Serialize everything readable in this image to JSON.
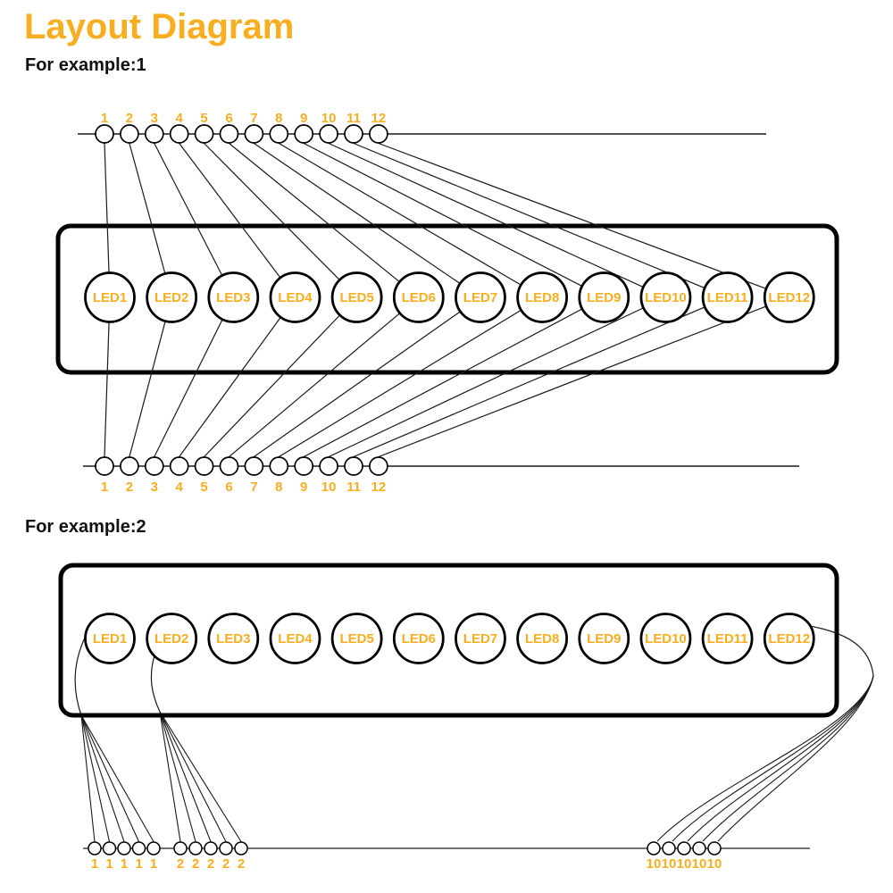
{
  "title": "Layout Diagram",
  "colors": {
    "accent": "#F8AE20",
    "wire": "#1a1a1a",
    "outline": "#000000",
    "background": "#FFFFFF"
  },
  "example1": {
    "heading": "For example:1",
    "top_pin_labels": [
      "1",
      "2",
      "3",
      "4",
      "5",
      "6",
      "7",
      "8",
      "9",
      "10",
      "11",
      "12"
    ],
    "led_labels": [
      "LED1",
      "LED2",
      "LED3",
      "LED4",
      "LED5",
      "LED6",
      "LED7",
      "LED8",
      "LED9",
      "LED10",
      "LED11",
      "LED12"
    ],
    "bottom_pin_labels": [
      "1",
      "2",
      "3",
      "4",
      "5",
      "6",
      "7",
      "8",
      "9",
      "10",
      "11",
      "12"
    ],
    "connections": "each numbered top pin wires to its matching LED and each LED wires to the matching numbered bottom pin"
  },
  "example2": {
    "heading": "For example:2",
    "led_labels": [
      "LED1",
      "LED2",
      "LED3",
      "LED4",
      "LED5",
      "LED6",
      "LED7",
      "LED8",
      "LED9",
      "LED10",
      "LED11",
      "LED12"
    ],
    "bottom_groups": [
      {
        "source_led": "LED1",
        "pin_labels": [
          "1",
          "1",
          "1",
          "1",
          "1"
        ]
      },
      {
        "source_led": "LED2",
        "pin_labels": [
          "2",
          "2",
          "2",
          "2",
          "2"
        ]
      },
      {
        "source_led": "LED12",
        "pin_labels": [
          "10",
          "10",
          "10",
          "10",
          "10"
        ]
      }
    ]
  }
}
